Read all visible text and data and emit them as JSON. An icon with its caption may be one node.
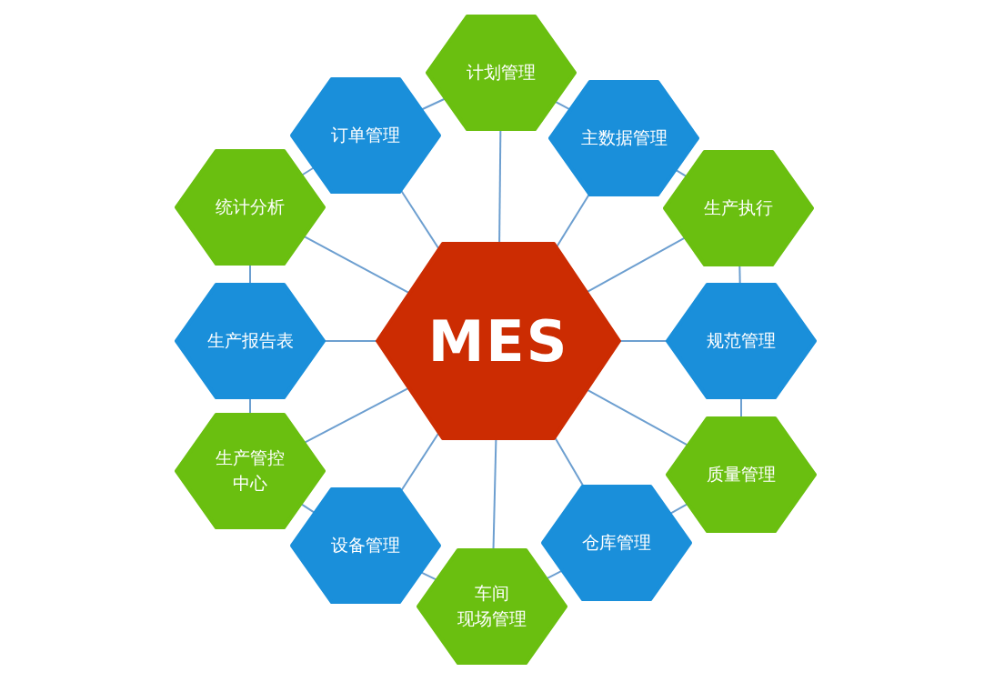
{
  "diagram": {
    "nodes": [
      {
        "text": [
          "MES"
        ]
      },
      {
        "text": [
          "计划管理"
        ]
      },
      {
        "text": [
          "主数据管理"
        ]
      },
      {
        "text": [
          "生产执行"
        ]
      },
      {
        "text": [
          "规范管理"
        ]
      },
      {
        "text": [
          "质量管理"
        ]
      },
      {
        "text": [
          "仓库管理"
        ]
      },
      {
        "text": [
          "车间现场管理"
        ]
      },
      {
        "text": [
          "设备管理"
        ]
      },
      {
        "text": [
          "生产管控中心"
        ]
      },
      {
        "text": [
          "生产报告表"
        ]
      },
      {
        "text": [
          "统计分析"
        ]
      },
      {
        "text": [
          "订单管理"
        ]
      }
    ],
    "edges": [
      {
        "from": 0,
        "to": 1,
        "arrow": "none"
      },
      {
        "from": 0,
        "to": 2,
        "arrow": "none"
      },
      {
        "from": 0,
        "to": 3,
        "arrow": "none"
      },
      {
        "from": 0,
        "to": 4,
        "arrow": "none"
      },
      {
        "from": 0,
        "to": 5,
        "arrow": "none"
      },
      {
        "from": 0,
        "to": 6,
        "arrow": "none"
      },
      {
        "from": 0,
        "to": 7,
        "arrow": "none"
      },
      {
        "from": 0,
        "to": 8,
        "arrow": "none"
      },
      {
        "from": 0,
        "to": 9,
        "arrow": "none"
      },
      {
        "from": 0,
        "to": 10,
        "arrow": "none"
      },
      {
        "from": 0,
        "to": 11,
        "arrow": "none"
      },
      {
        "from": 0,
        "to": 12,
        "arrow": "none"
      },
      {
        "from": 1,
        "to": 2,
        "arrow": "none"
      },
      {
        "from": 2,
        "to": 3,
        "arrow": "none"
      },
      {
        "from": 3,
        "to": 4,
        "arrow": "none"
      },
      {
        "from": 4,
        "to": 5,
        "arrow": "none"
      },
      {
        "from": 5,
        "to": 6,
        "arrow": "none"
      },
      {
        "from": 6,
        "to": 7,
        "arrow": "none"
      },
      {
        "from": 7,
        "to": 8,
        "arrow": "none"
      },
      {
        "from": 8,
        "to": 9,
        "arrow": "none"
      },
      {
        "from": 9,
        "to": 10,
        "arrow": "none"
      },
      {
        "from": 10,
        "to": 11,
        "arrow": "none"
      },
      {
        "from": 11,
        "to": 12,
        "arrow": "none"
      },
      {
        "from": 12,
        "to": 1,
        "arrow": "none"
      }
    ]
  }
}
